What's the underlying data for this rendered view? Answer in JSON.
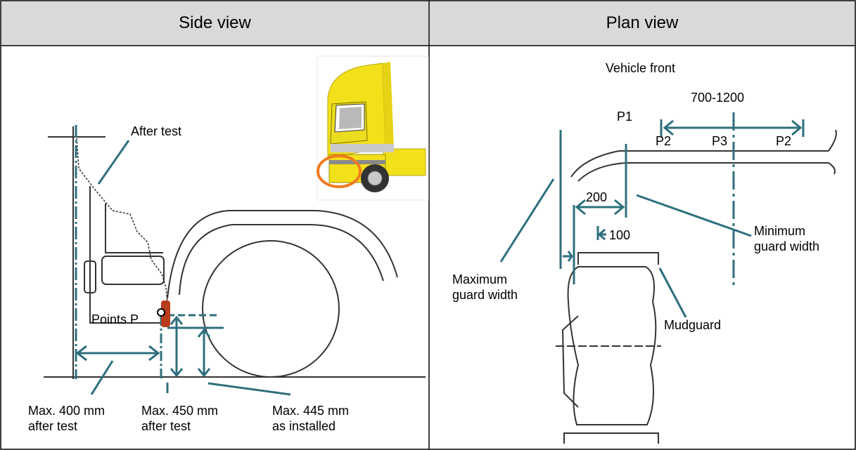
{
  "headers": {
    "side": "Side view",
    "plan": "Plan view"
  },
  "side_view": {
    "after_test": "After test",
    "points_p": "Points P",
    "labels": [
      {
        "line1": "Max. 400 mm",
        "line2": "after test"
      },
      {
        "line1": "Max. 450 mm",
        "line2": "after test"
      },
      {
        "line1": "Max. 445 mm",
        "line2": "as installed"
      }
    ]
  },
  "plan_view": {
    "vehicle_front": "Vehicle front",
    "dim_range": "700-1200",
    "p1": "P1",
    "p2_left": "P2",
    "p3": "P3",
    "p2_right": "P2",
    "dim_200": "200",
    "dim_100": "100",
    "min_guard": {
      "line1": "Minimum",
      "line2": "guard width"
    },
    "max_guard": {
      "line1": "Maximum",
      "line2": "guard width"
    },
    "mudguard": "Mudguard"
  },
  "colors": {
    "dimension": "#2e6f7e",
    "header_bg": "#d9d9d9",
    "truck_yellow": "#f2e01a",
    "highlight_ring": "#f07a1f",
    "deformed_mark": "#b83c1e"
  },
  "icons": {
    "truck_inset": "yellow-truck-cab-icon",
    "point_marker": "circle-marker-icon"
  }
}
